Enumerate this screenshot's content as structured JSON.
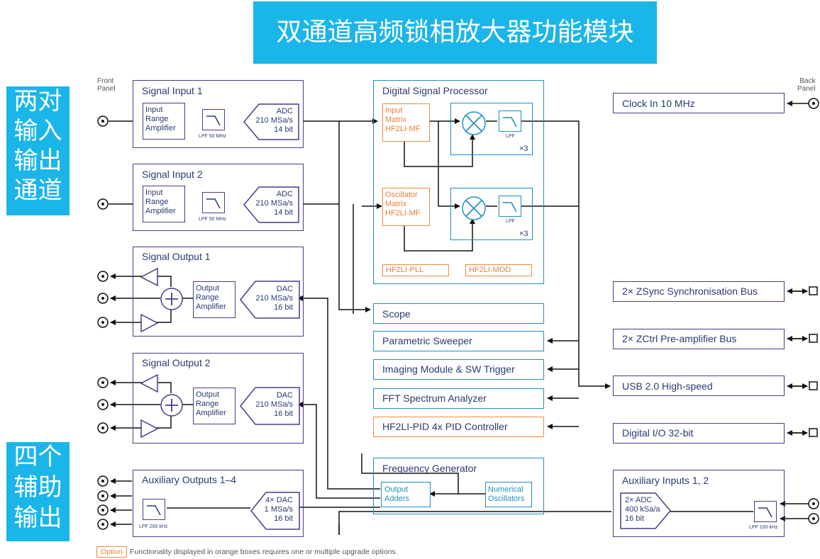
{
  "header": {
    "title": "双通道高频锁相放大器功能模块"
  },
  "side": {
    "io_label": "两对\n输入\n输出\n通道",
    "aux_label": "四个\n辅助\n输出"
  },
  "panels": {
    "front": "Front\nPanel",
    "back": "Back\nPanel"
  },
  "signal_inputs": [
    {
      "title": "Signal Input 1",
      "amp": "Input\nRange\nAmplifier",
      "lpf": "LPF 50 MHz",
      "adc": "ADC\n210 MSa/s\n14 bit"
    },
    {
      "title": "Signal Input 2",
      "amp": "Input\nRange\nAmplifier",
      "lpf": "LPF 50 MHz",
      "adc": "ADC\n210 MSa/s\n14 bit"
    }
  ],
  "signal_outputs": [
    {
      "title": "Signal Output 1",
      "amp": "Output\nRange\nAmplifier",
      "dac": "DAC\n210 MSa/s\n16 bit"
    },
    {
      "title": "Signal Output 2",
      "amp": "Output\nRange\nAmplifier",
      "dac": "DAC\n210 MSa/s\n16 bit"
    }
  ],
  "aux_outputs": {
    "title": "Auxiliary Outputs 1–4",
    "lpf": "LPF 200 kHz",
    "dac": "4× DAC\n1 MSa/s\n16 bit"
  },
  "dsp": {
    "title": "Digital Signal Processor",
    "input_matrix": "Input\nMatrix\nHF2LI-MF",
    "osc_matrix": "Oscillator\nMatrix\nHF2LI-MF",
    "lpf": "LPF",
    "x3": "×3",
    "pll": "HF2LI-PLL",
    "mod": "HF2LI-MOD"
  },
  "modules": {
    "scope": "Scope",
    "sweeper": "Parametric Sweeper",
    "imaging": "Imaging Module & SW Trigger",
    "fft": "FFT  Spectrum Analyzer",
    "pid": "HF2LI-PID 4x PID Controller"
  },
  "freq_gen": {
    "title": "Frequency Generator",
    "adders": "Output\nAdders",
    "osc": "Numerical\nOscillators"
  },
  "right": {
    "clock": "Clock In 10 MHz",
    "zsync": "2× ZSync Synchronisation Bus",
    "zctrl": "2× ZCtrl Pre-amplifier Bus",
    "usb": "USB 2.0 High-speed",
    "dio": "Digital I/O 32-bit"
  },
  "aux_inputs": {
    "title": "Auxiliary Inputs 1, 2",
    "adc": "2× ADC\n400 kSa/a\n16 bit",
    "lpf": "LPF 100 kHz"
  },
  "footer": {
    "option": "Option",
    "note": "Functionality displayed in orange boxes requires one or multiple upgrade options."
  },
  "colors": {
    "accent": "#1ab6ea",
    "purple": "#4b3c86",
    "blue": "#1f8fc0",
    "orange": "#f08a3c"
  }
}
